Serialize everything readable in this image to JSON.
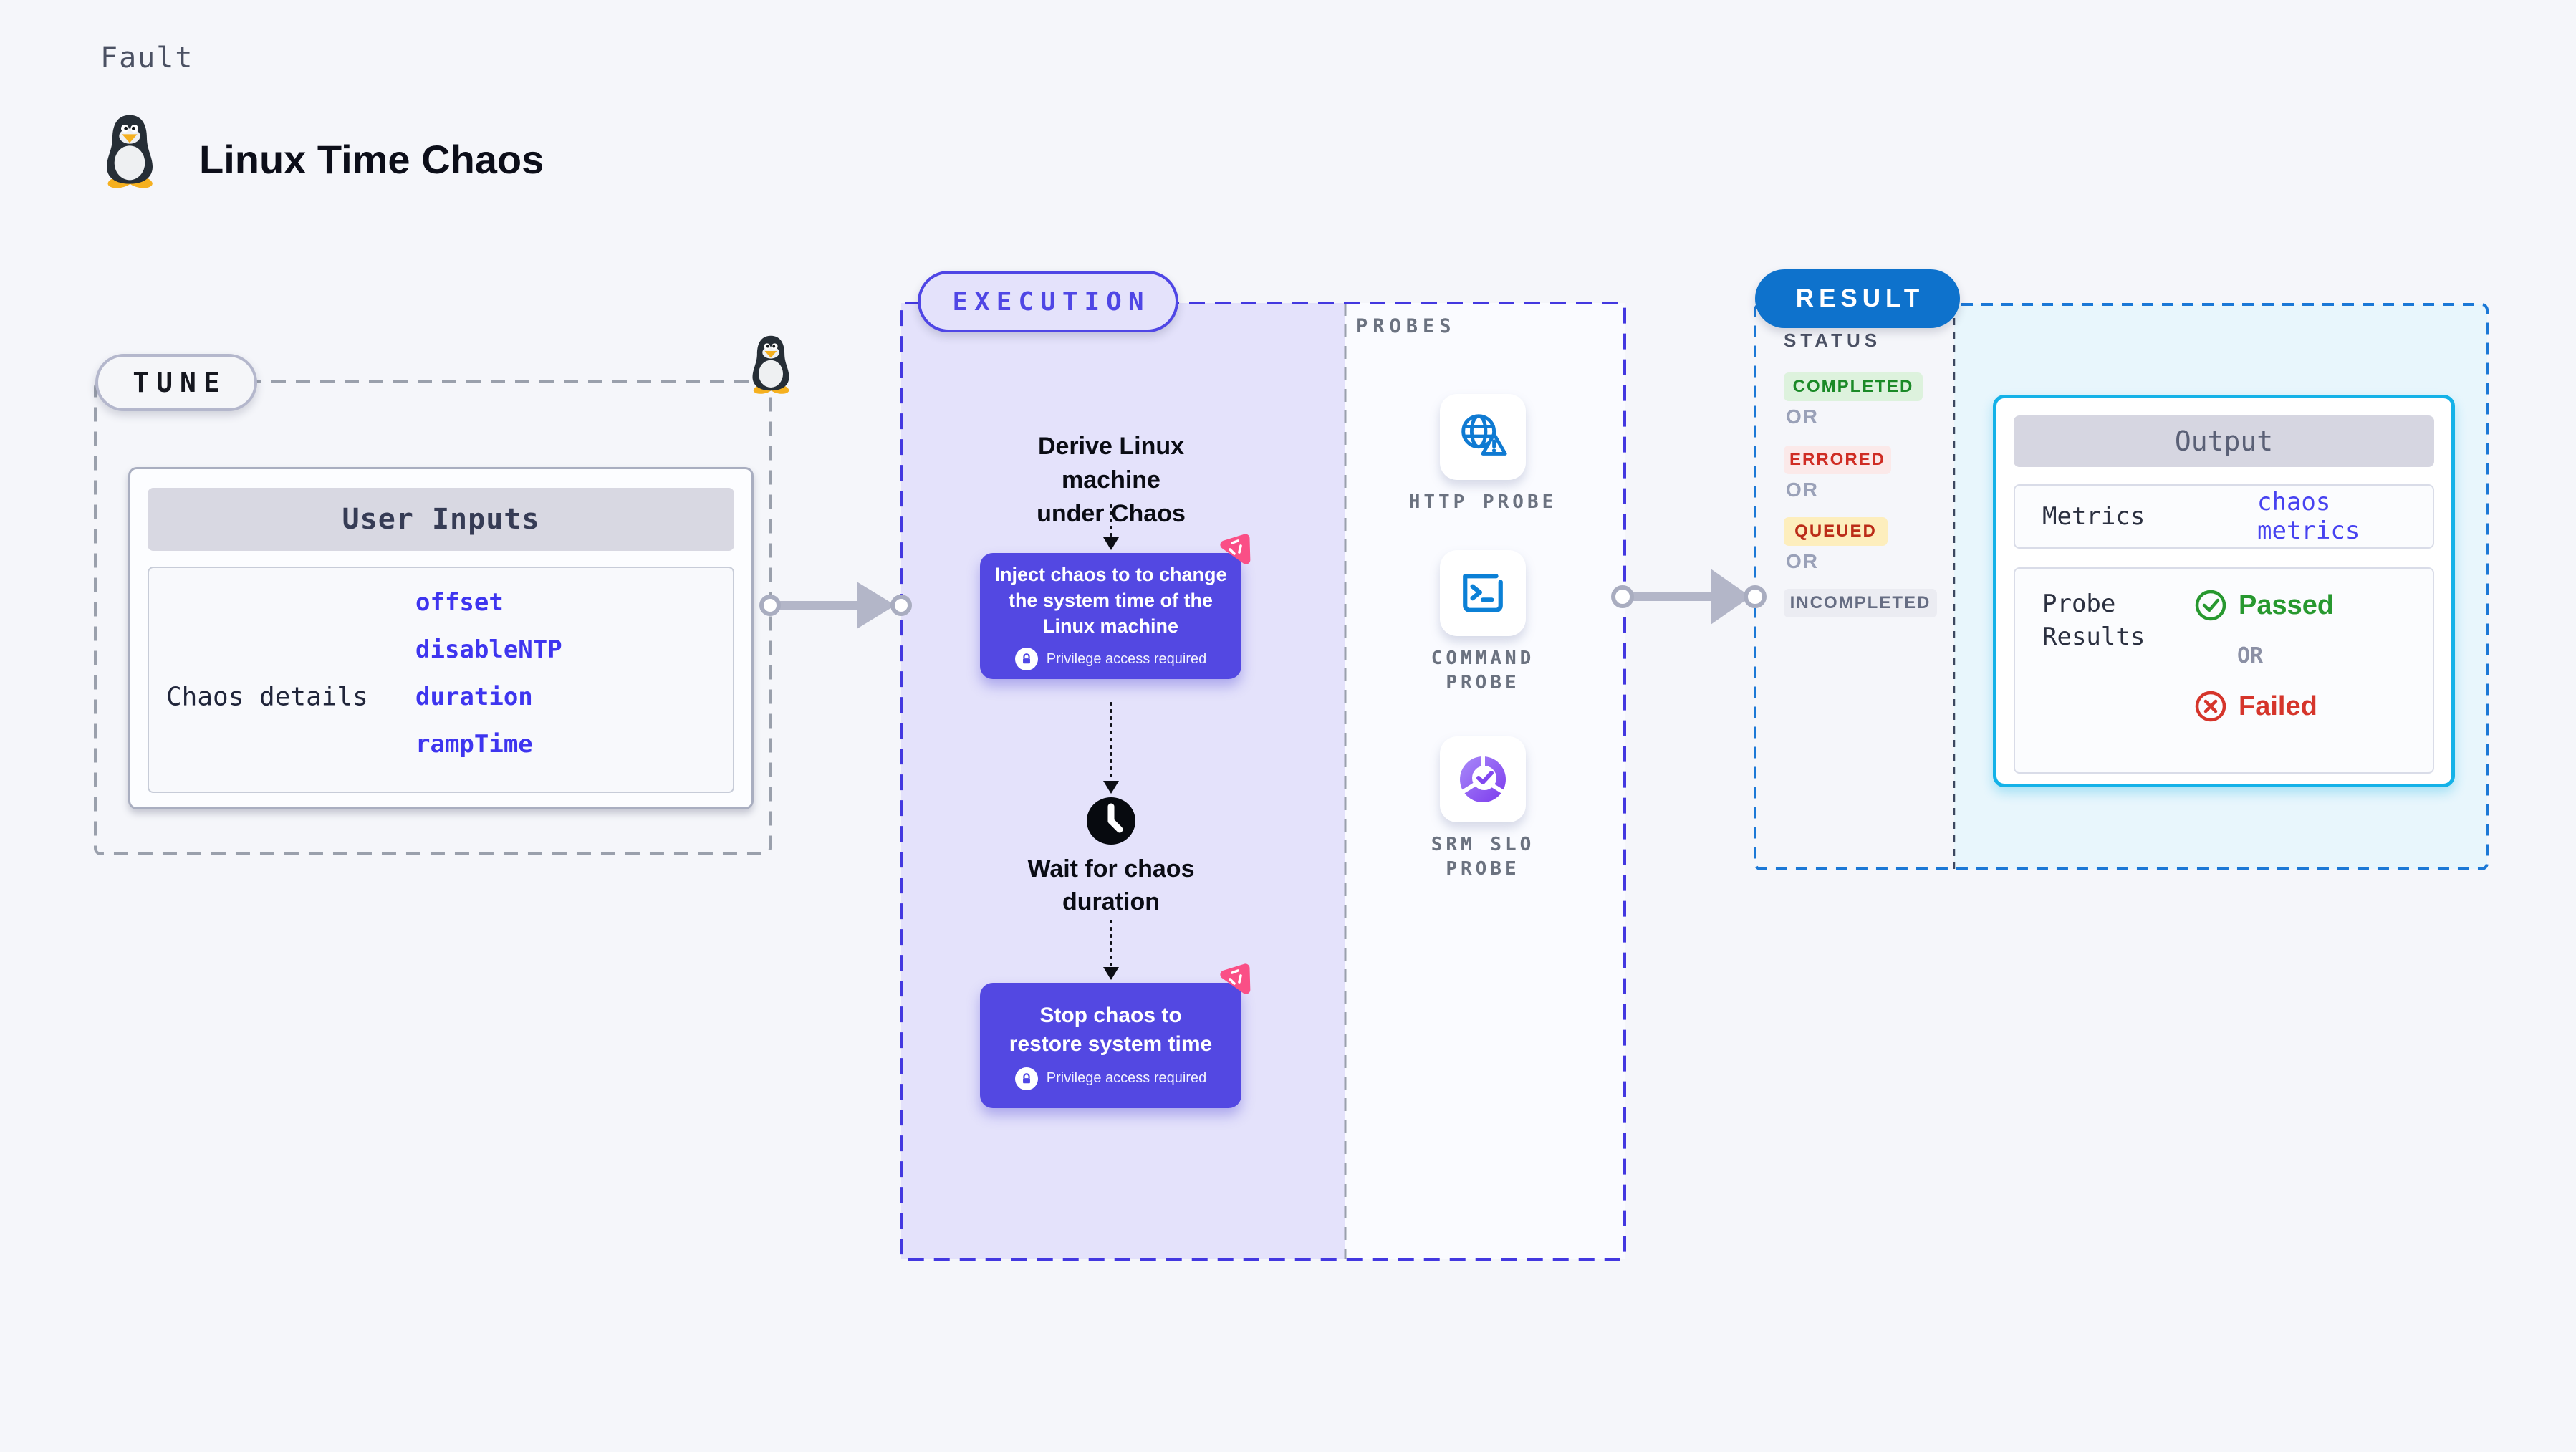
{
  "header": {
    "eyebrow": "Fault",
    "title": "Linux Time Chaos"
  },
  "tune": {
    "label": "TUNE",
    "card_title": "User Inputs",
    "row_label": "Chaos details",
    "params": [
      "offset",
      "disableNTP",
      "duration",
      "rampTime"
    ]
  },
  "execution": {
    "label": "EXECUTION",
    "derive_lines": [
      "Derive Linux machine",
      "under Chaos"
    ],
    "inject": {
      "lines": [
        "Inject chaos to to change",
        "the system time of the",
        "Linux machine"
      ],
      "privilege": "Privilege access required"
    },
    "wait_lines": [
      "Wait for chaos",
      "duration"
    ],
    "stop": {
      "lines": [
        "Stop chaos to",
        "restore system time"
      ],
      "privilege": "Privilege access required"
    }
  },
  "probes": {
    "label": "PROBES",
    "items": [
      {
        "icon": "http-probe-icon",
        "line1": "HTTP PROBE",
        "line2": ""
      },
      {
        "icon": "command-probe-icon",
        "line1": "COMMAND",
        "line2": "PROBE"
      },
      {
        "icon": "srm-slo-probe-icon",
        "line1": "SRM SLO",
        "line2": "PROBE"
      }
    ]
  },
  "result": {
    "label": "RESULT",
    "status_label": "STATUS",
    "or_label": "OR",
    "statuses": [
      {
        "key": "completed",
        "label": "COMPLETED",
        "bg": "#ddf2dd",
        "fg": "#1b8a27"
      },
      {
        "key": "errored",
        "label": "ERRORED",
        "bg": "#fbe9e9",
        "fg": "#cf2c23"
      },
      {
        "key": "queued",
        "label": "QUEUED",
        "bg": "#fdeebd",
        "fg": "#bb2c18"
      },
      {
        "key": "incompleted",
        "label": "INCOMPLETED",
        "bg": "#ebecf2",
        "fg": "#666d83"
      }
    ],
    "output": {
      "title": "Output",
      "metrics_label": "Metrics",
      "metrics_value": "chaos metrics",
      "probe_results_lines": [
        "Probe",
        "Results"
      ],
      "passed_label": "Passed",
      "or_label": "OR",
      "failed_label": "Failed"
    }
  },
  "colors": {
    "page_bg": "#f5f6fa",
    "execution_fill": "#e4e2fb",
    "execution_border": "#4f46e5",
    "chaos_box": "#5348e2",
    "chaos_badge_pink": "#fa4f86",
    "tune_dash": "#9aa0ac",
    "result_dash": "#1b78d6",
    "result_fill": "#e8f6fc",
    "output_border": "#14b2e8",
    "result_pill": "#0e72cc",
    "param_link": "#3e35ef",
    "arrow_grey": "#b3b6c8",
    "probe_blue": "#0f7ad2",
    "srm_purple": "#7c3aed"
  }
}
